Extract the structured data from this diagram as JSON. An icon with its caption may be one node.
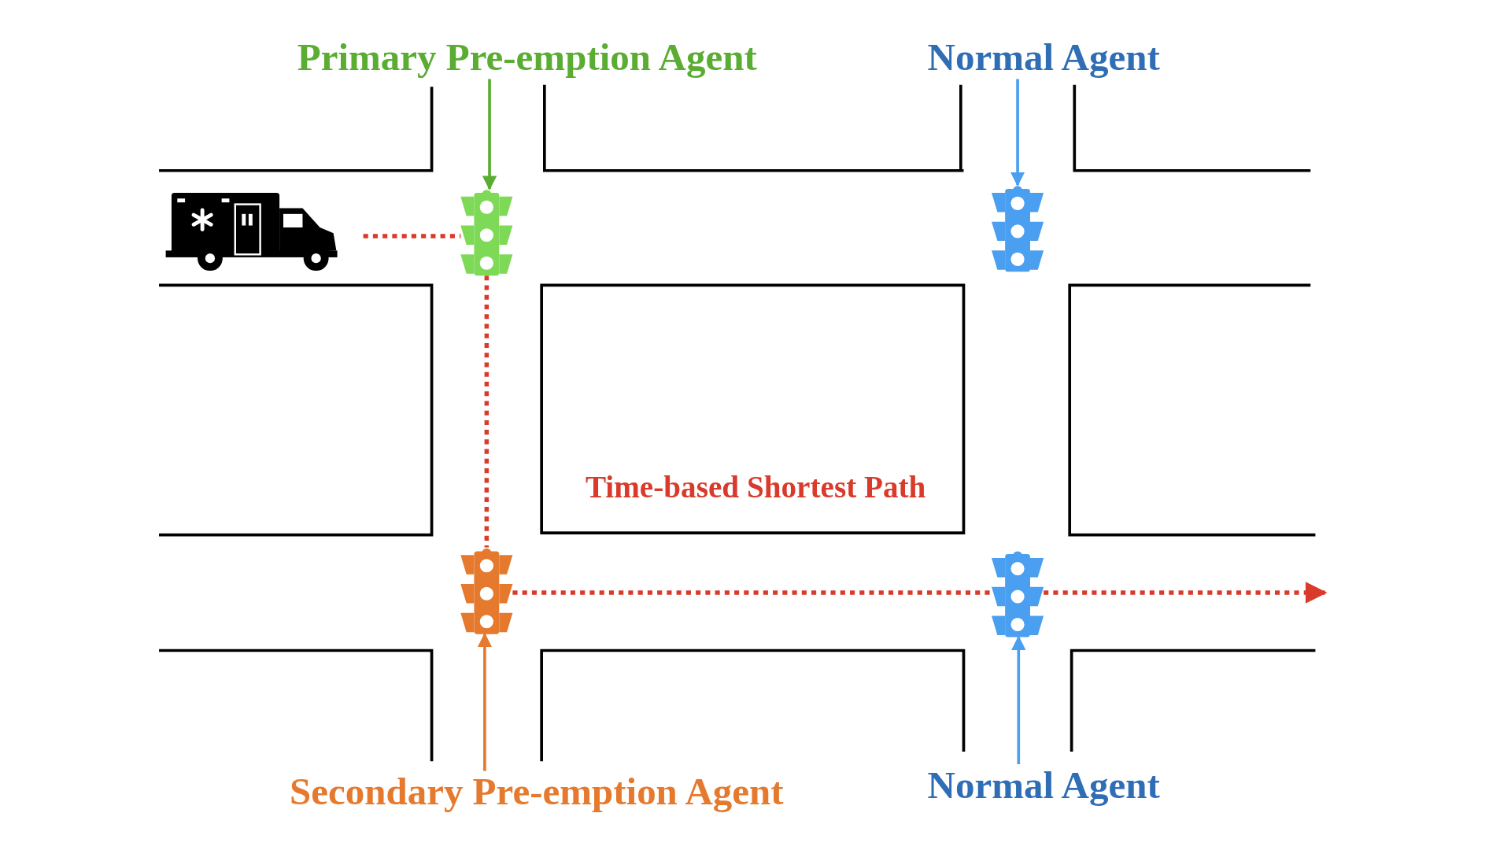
{
  "diagram": {
    "nodes": [
      {
        "text": [
          "Primary Pre-emption Agent"
        ]
      },
      {
        "text": [
          "Normal Agent"
        ]
      },
      {
        "text": [
          "Secondary Pre-emption Agent"
        ]
      },
      {
        "text": [
          "Normal Agent"
        ]
      },
      {
        "text": [],
        "shape": "picture"
      },
      {
        "text": [],
        "shape": "picture"
      },
      {
        "text": [],
        "shape": "picture"
      },
      {
        "text": [],
        "shape": "picture"
      },
      {
        "text": [],
        "shape": "picture"
      }
    ],
    "edges": [
      {
        "from": 0,
        "to": 4,
        "arrow": "to",
        "color": "#5aac32"
      },
      {
        "from": 1,
        "to": 5,
        "arrow": "to",
        "color": "#4a9ff0"
      },
      {
        "from": 2,
        "to": 6,
        "arrow": "to",
        "color": "#e57a2e"
      },
      {
        "from": 3,
        "to": 7,
        "arrow": "to",
        "color": "#4a9ff0"
      },
      {
        "from": 8,
        "to": 4,
        "arrow": "none",
        "style": "dashed",
        "color": "#d93a2b"
      },
      {
        "from": 4,
        "to": 6,
        "arrow": "none",
        "style": "dashed",
        "color": "#d93a2b"
      },
      {
        "from": 6,
        "to": 7,
        "arrow": "none",
        "style": "dashed",
        "color": "#d93a2b"
      },
      {
        "from": 7,
        "to": null,
        "arrow": "to",
        "style": "dashed",
        "color": "#d93a2b"
      }
    ],
    "labels": [
      "Time-based Shortest Path"
    ]
  }
}
